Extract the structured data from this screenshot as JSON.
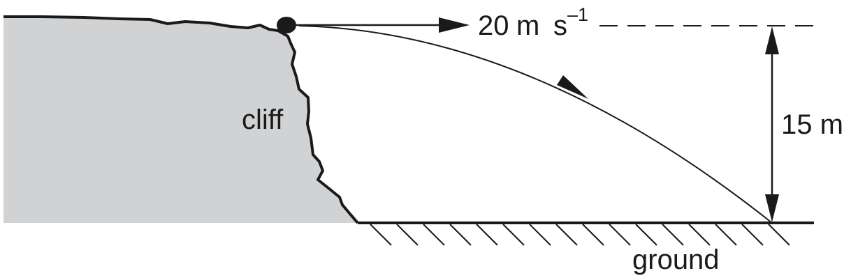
{
  "labels": {
    "velocity_value": "20",
    "velocity_unit_m": "m",
    "velocity_unit_s": "s",
    "velocity_exponent": "–1",
    "height": "15 m",
    "cliff": "cliff",
    "ground": "ground"
  },
  "quantities": {
    "initial_speed": "20 m s–1",
    "cliff_height": "15 m"
  },
  "colors": {
    "cliff_fill": "#d1d2d4",
    "ink": "#1a1a1a"
  }
}
